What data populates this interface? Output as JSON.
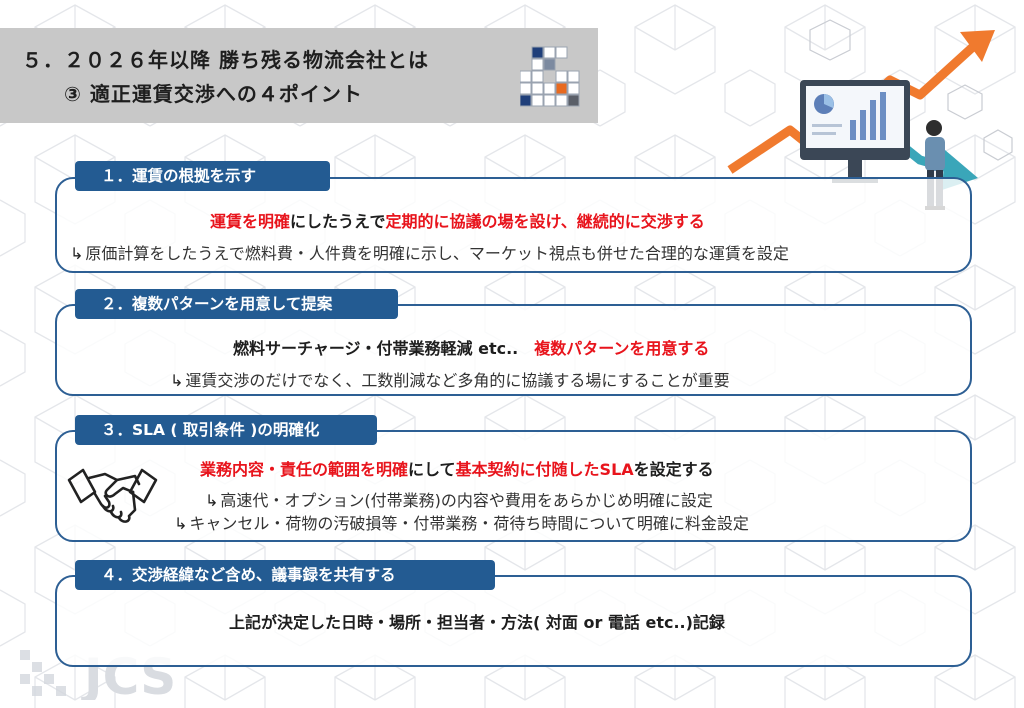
{
  "title": {
    "line1": "５．２０２６年以降 勝ち残る物流会社とは",
    "line2": "③ 適正運賃交渉への４ポイント"
  },
  "colors": {
    "accent_blue": "#235b92",
    "border_blue": "#2d5f94",
    "highlight_red": "#e8141c",
    "title_band": "#c8c8c8",
    "arrow_orange": "#f07a2e",
    "arrow_teal": "#3aa6b9"
  },
  "icons": {
    "sub_arrow": "↳",
    "handshake": "handshake-icon",
    "illustration": "analytics-person-illustration"
  },
  "sections": [
    {
      "label": "１．運賃の根拠を示す",
      "main_parts": [
        "運賃を明確",
        "にしたうえで",
        "定期的に協議の場を設け、継続的に交渉する"
      ],
      "subs": [
        "原価計算をしたうえで燃料費・人件費を明確に示し、マーケット視点も併せた合理的な運賃を設定"
      ]
    },
    {
      "label": "２．複数パターンを用意して提案",
      "main_parts": [
        "燃料サーチャージ・付帯業務軽減 etc..　",
        "複数パターンを用意する"
      ],
      "subs": [
        "運賃交渉のだけでなく、工数削減など多角的に協議する場にすることが重要"
      ]
    },
    {
      "label": "３．SLA ( 取引条件 )の明確化",
      "main_parts": [
        "業務内容・責任の範囲を明確",
        "にして",
        "基本契約に付随したSLA",
        "を設定する"
      ],
      "subs": [
        "高速代・オプション(付帯業務)の内容や費用をあらかじめ明確に設定",
        "キャンセル・荷物の汚破損等・付帯業務・荷待ち時間について明確に料金設定"
      ]
    },
    {
      "label": "４．交渉経緯など含め、議事録を共有する",
      "main_parts": [
        "上記が決定した日時・場所・担当者・方法( 対面 or 電話 etc..)記録"
      ],
      "subs": []
    }
  ],
  "logo": {
    "text": "JCS"
  }
}
